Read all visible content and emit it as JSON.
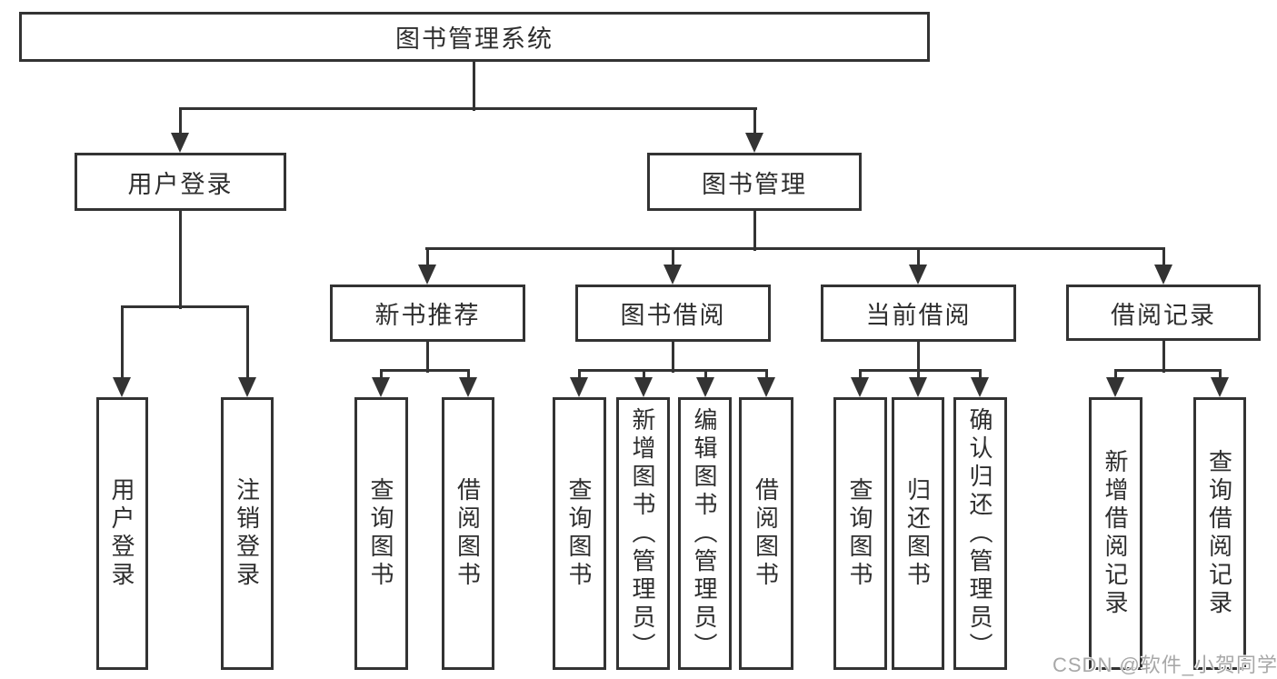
{
  "tree": {
    "root": "图书管理系统",
    "branches": [
      {
        "label": "用户登录",
        "leaves": [
          "用户登录",
          "注销登录"
        ]
      },
      {
        "label": "图书管理",
        "children": [
          {
            "label": "新书推荐",
            "leaves": [
              "查询图书",
              "借阅图书"
            ]
          },
          {
            "label": "图书借阅",
            "leaves": [
              "查询图书",
              "新增图书（管理员）",
              "编辑图书（管理员）",
              "借阅图书"
            ]
          },
          {
            "label": "当前借阅",
            "leaves": [
              "查询图书",
              "归还图书",
              "确认归还（管理员）"
            ]
          },
          {
            "label": "借阅记录",
            "leaves": [
              "新增借阅记录",
              "查询借阅记录"
            ]
          }
        ]
      }
    ]
  },
  "watermark": {
    "text": "CSDN @软件_小贺同学"
  },
  "colors": {
    "line": "#333333",
    "text": "#2e2e2e",
    "watermark": "#a8a8a8",
    "background": "#ffffff"
  }
}
